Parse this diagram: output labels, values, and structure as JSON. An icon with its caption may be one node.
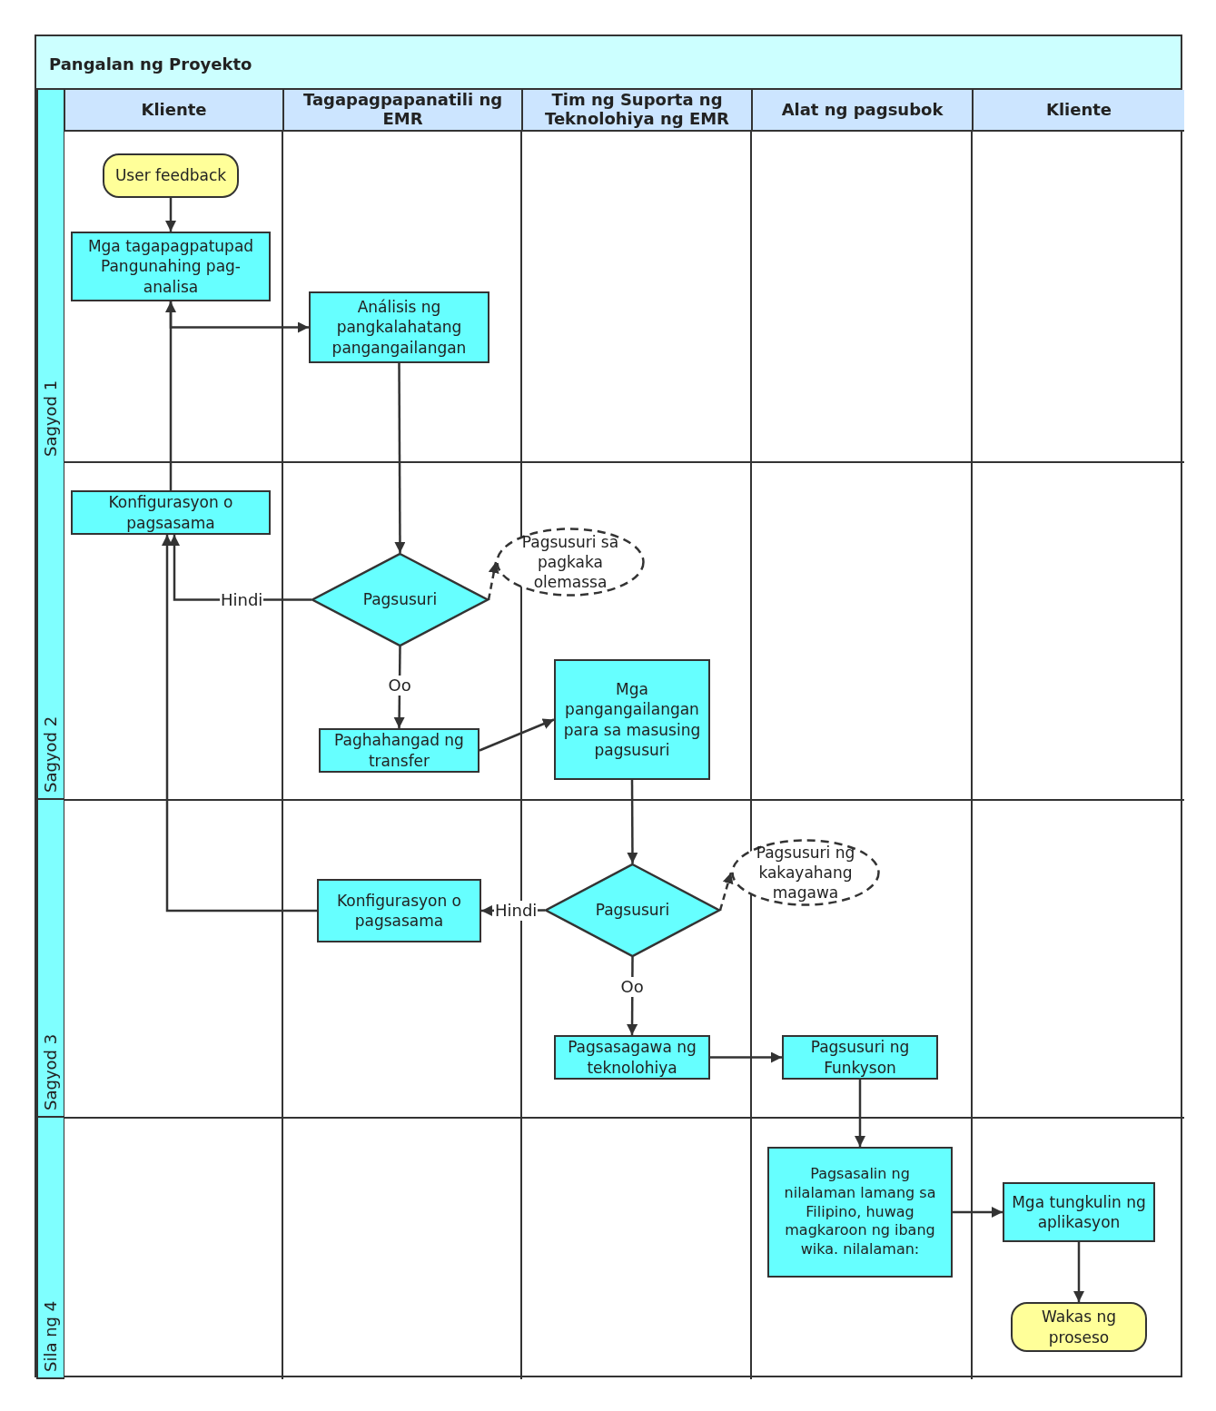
{
  "diagram": {
    "nodes": [
      {
        "text": [
          "Pangalan ng Proyekto"
        ]
      },
      {
        "text": [
          "Kliente"
        ],
        "in": 0
      },
      {
        "text": [
          "Tagapagpapanatili ng EMR"
        ],
        "in": 0
      },
      {
        "text": [
          "Tim ng Suporta ng Teknolohiya ng EMR"
        ],
        "in": 0
      },
      {
        "text": [
          "Alat ng pagsubok"
        ],
        "in": 0
      },
      {
        "text": [
          "Kliente"
        ],
        "in": 0
      },
      {
        "text": [
          "Sagyod 1"
        ],
        "in": 0
      },
      {
        "text": [
          "Sagyod 2"
        ],
        "in": 0
      },
      {
        "text": [
          "Sagyod 3"
        ],
        "in": 0
      },
      {
        "text": [
          "Sila ng 4"
        ],
        "in": 0
      },
      {
        "text": [
          "User feedback"
        ],
        "in": 0
      },
      {
        "text": [
          "Mga tagapagpatupad Pangunahing pag-analisa"
        ],
        "in": 0
      },
      {
        "text": [
          "Análisis ng pangkalahatang pangangailangan"
        ],
        "in": 0
      },
      {
        "text": [
          "Konfigurasyon o pagsasama"
        ],
        "in": 0
      },
      {
        "text": [
          "Pagsusuri"
        ],
        "in": 0
      },
      {
        "text": [
          "Pagsusuri sa pagkaka olemassa"
        ],
        "in": 0
      },
      {
        "text": [
          "Paghahangad ng transfer"
        ],
        "in": 0
      },
      {
        "text": [
          "Mga pangangailangan para sa masusing pagsusuri"
        ],
        "in": 0
      },
      {
        "text": [
          "Pagsusuri"
        ],
        "in": 0
      },
      {
        "text": [
          "Pagsusuri ng kakayahang magawa"
        ],
        "in": 0
      },
      {
        "text": [
          "Konfigurasyon o pagsasama"
        ],
        "in": 0
      },
      {
        "text": [
          "Pagsasagawa ng teknolohiya"
        ],
        "in": 0
      },
      {
        "text": [
          "Pagsusuri ng Funkyson"
        ],
        "in": 0
      },
      {
        "text": [
          "Pagsasalin ng nilalaman lamang sa Filipino, huwag magkaroon ng ibang wika. nilalaman:"
        ],
        "in": 0
      },
      {
        "text": [
          "Mga tungkulin ng aplikasyon"
        ],
        "in": 0
      },
      {
        "text": [
          "Wakas ng proseso"
        ],
        "in": 0
      }
    ],
    "edges": [
      {
        "from": 10,
        "to": 11,
        "arrow": "to"
      },
      {
        "from": 11,
        "to": 12,
        "arrow": "to"
      },
      {
        "from": 13,
        "to": 11,
        "arrow": "to"
      },
      {
        "from": 12,
        "to": 14,
        "arrow": "to"
      },
      {
        "from": 14,
        "to": 13,
        "arrow": "to",
        "label": "Hindi"
      },
      {
        "from": 14,
        "to": 15,
        "arrow": "to",
        "style": "dashed"
      },
      {
        "from": 14,
        "to": 16,
        "arrow": "to",
        "label": "Oo"
      },
      {
        "from": 16,
        "to": 17,
        "arrow": "to"
      },
      {
        "from": 17,
        "to": 18,
        "arrow": "to"
      },
      {
        "from": 18,
        "to": 19,
        "arrow": "to",
        "style": "dashed"
      },
      {
        "from": 18,
        "to": 20,
        "arrow": "to",
        "label": "Hindi"
      },
      {
        "from": 20,
        "to": 13,
        "arrow": "to"
      },
      {
        "from": 18,
        "to": 21,
        "arrow": "to",
        "label": "Oo"
      },
      {
        "from": 21,
        "to": 22,
        "arrow": "to"
      },
      {
        "from": 22,
        "to": 23,
        "arrow": "to"
      },
      {
        "from": 23,
        "to": 24,
        "arrow": "to"
      },
      {
        "from": 24,
        "to": 25,
        "arrow": "to"
      }
    ]
  }
}
